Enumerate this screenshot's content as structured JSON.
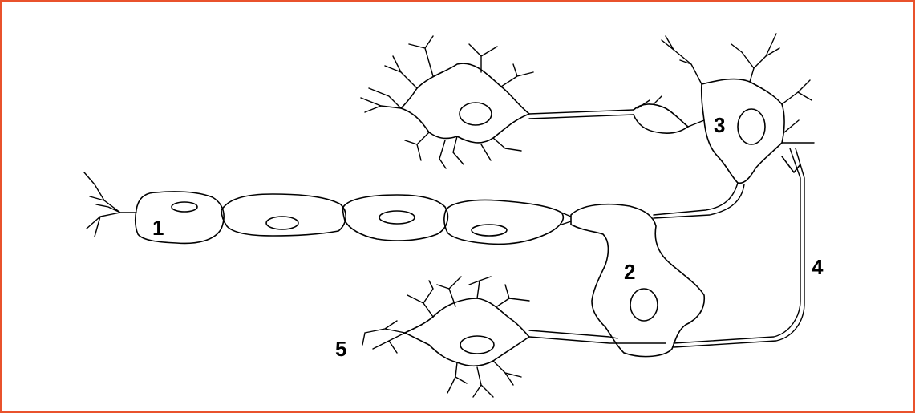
{
  "diagram": {
    "labels": {
      "l1": "1",
      "l2": "2",
      "l3": "3",
      "l4": "4",
      "l5": "5"
    },
    "colors": {
      "frame": "#e9522c",
      "stroke": "#000000",
      "background": "#ffffff"
    }
  }
}
